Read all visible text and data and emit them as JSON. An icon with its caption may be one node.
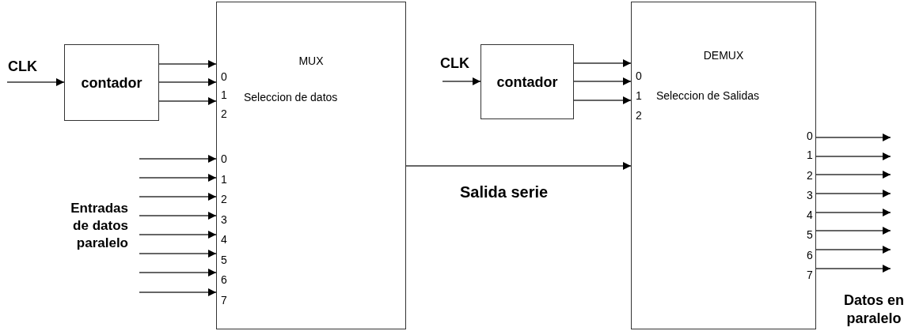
{
  "diagram": {
    "nodes": [
      {
        "text": [
          "MUX",
          "Seleccion de datos"
        ]
      },
      {
        "text": [
          "contador"
        ]
      },
      {
        "text": [
          "DEMUX",
          "Seleccion de Salidas"
        ]
      },
      {
        "text": [
          "contador"
        ]
      }
    ],
    "edges": [
      {
        "from": null,
        "to": 1,
        "arrow": "to",
        "label": "CLK"
      },
      {
        "from": 1,
        "to": 0,
        "arrow": "to"
      },
      {
        "from": 1,
        "to": 0,
        "arrow": "to"
      },
      {
        "from": 1,
        "to": 0,
        "arrow": "to"
      },
      {
        "from": null,
        "to": 0,
        "arrow": "to"
      },
      {
        "from": null,
        "to": 0,
        "arrow": "to"
      },
      {
        "from": null,
        "to": 0,
        "arrow": "to"
      },
      {
        "from": null,
        "to": 0,
        "arrow": "to"
      },
      {
        "from": null,
        "to": 0,
        "arrow": "to"
      },
      {
        "from": null,
        "to": 0,
        "arrow": "to"
      },
      {
        "from": null,
        "to": 0,
        "arrow": "to"
      },
      {
        "from": null,
        "to": 0,
        "arrow": "to"
      },
      {
        "from": 0,
        "to": 2,
        "arrow": "to",
        "label": "Salida serie"
      },
      {
        "from": null,
        "to": 3,
        "arrow": "to",
        "label": "CLK"
      },
      {
        "from": 3,
        "to": 2,
        "arrow": "to"
      },
      {
        "from": 3,
        "to": 2,
        "arrow": "to"
      },
      {
        "from": 3,
        "to": 2,
        "arrow": "to"
      },
      {
        "from": 2,
        "to": null,
        "arrow": "to"
      },
      {
        "from": 2,
        "to": null,
        "arrow": "to"
      },
      {
        "from": 2,
        "to": null,
        "arrow": "to"
      },
      {
        "from": 2,
        "to": null,
        "arrow": "to"
      },
      {
        "from": 2,
        "to": null,
        "arrow": "to"
      },
      {
        "from": 2,
        "to": null,
        "arrow": "to"
      },
      {
        "from": 2,
        "to": null,
        "arrow": "to"
      },
      {
        "from": 2,
        "to": null,
        "arrow": "to"
      }
    ],
    "labels": [
      "0",
      "1",
      "2",
      "0",
      "1",
      "2",
      "3",
      "4",
      "5",
      "6",
      "7",
      "Entradas de datos paralelo",
      "0",
      "1",
      "2",
      "0",
      "1",
      "2",
      "3",
      "4",
      "5",
      "6",
      "7",
      "Datos en paralelo"
    ]
  }
}
